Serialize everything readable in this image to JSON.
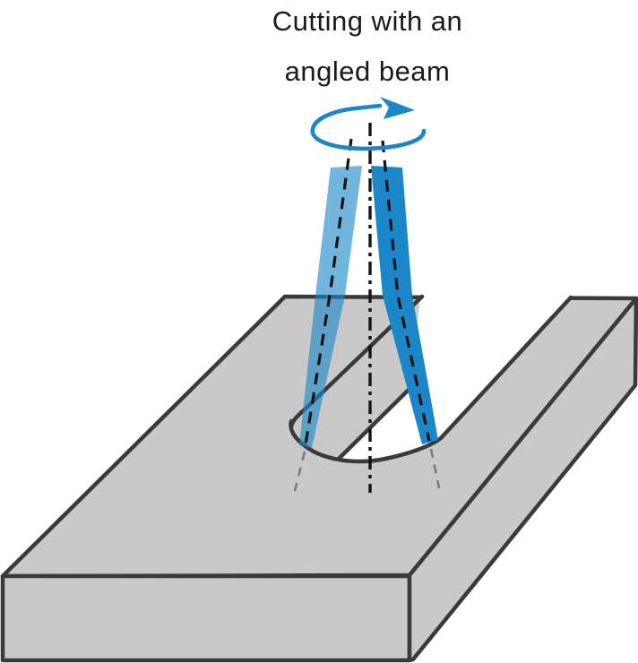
{
  "title": {
    "line1": "Cutting with an",
    "line2": "angled beam"
  },
  "colors": {
    "beam_blue": "#1b87c8",
    "slab_gray": "#c9c9c9",
    "edge_dark": "#3a3a3a",
    "dash_black": "#141414",
    "dash_gray": "#7c7c7c",
    "background": "#ffffff",
    "ink": "#1a1a1a"
  },
  "diagram": {
    "type": "technical-illustration",
    "subject": "Laser cutting with a rotating angled beam",
    "elements": [
      "rotation-direction arrow (elliptical, blue) around the beam axis",
      "central rotation axis shown as black dash-dot line",
      "two angled beam positions forming an inverted V: left beam semi-transparent blue, right beam solid blue",
      "black dashed centerline inside each beam, continuing as gray dashed line below the surface",
      "gray workpiece slab drawn in perspective",
      "white through-slot cut across the slab exiting the back edge",
      "elliptical entry hole at the end of the slot with slanted visible wall"
    ]
  }
}
